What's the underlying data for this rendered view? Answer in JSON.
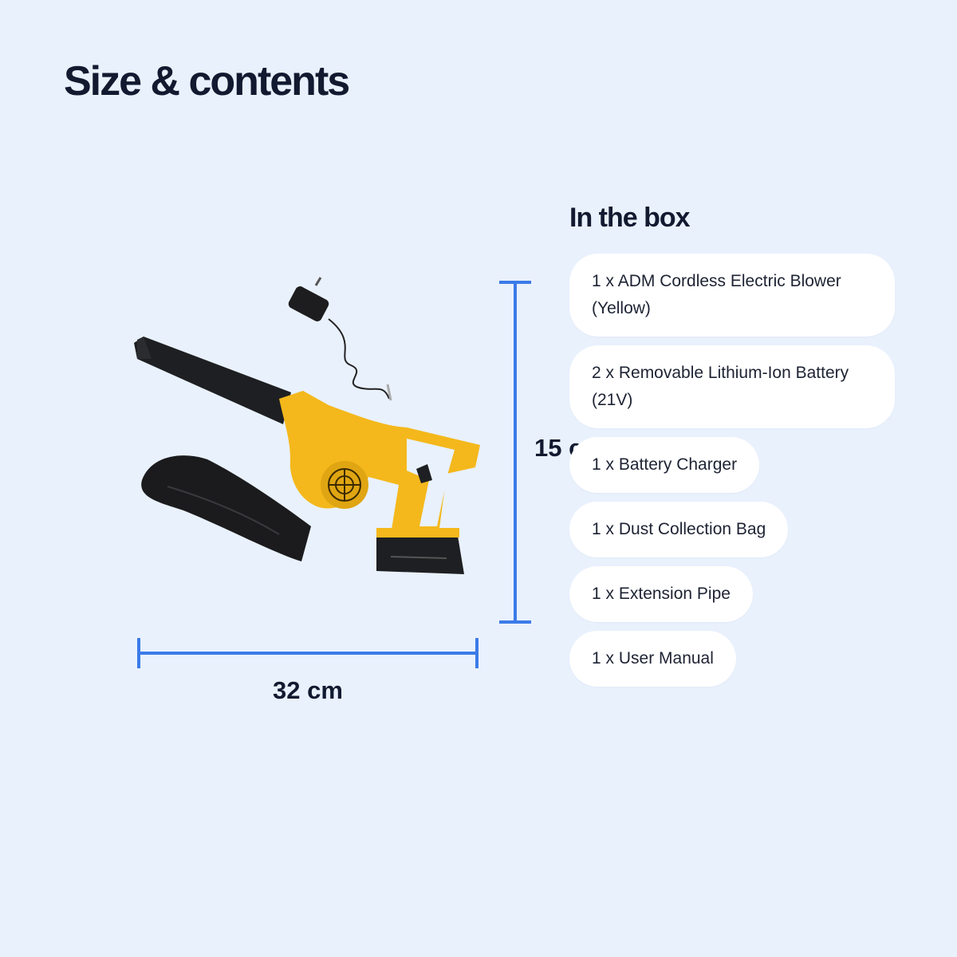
{
  "header": {
    "title": "Size & contents"
  },
  "dimensions": {
    "width_label": "32 cm",
    "height_label": "15 cm",
    "line_color": "#3b7be8"
  },
  "product": {
    "image_icon": "cordless-blower-icon",
    "body_color": "#f4b81c"
  },
  "box": {
    "title": "In the box",
    "items": [
      {
        "label": "1 x ADM Cordless Electric Blower (Yellow)"
      },
      {
        "label": "2 x Removable Lithium-Ion Battery (21V)"
      },
      {
        "label": "1 x Battery Charger"
      },
      {
        "label": "1 x Dust Collection Bag"
      },
      {
        "label": "1 x Extension Pipe"
      },
      {
        "label": "1 x User Manual"
      }
    ]
  }
}
